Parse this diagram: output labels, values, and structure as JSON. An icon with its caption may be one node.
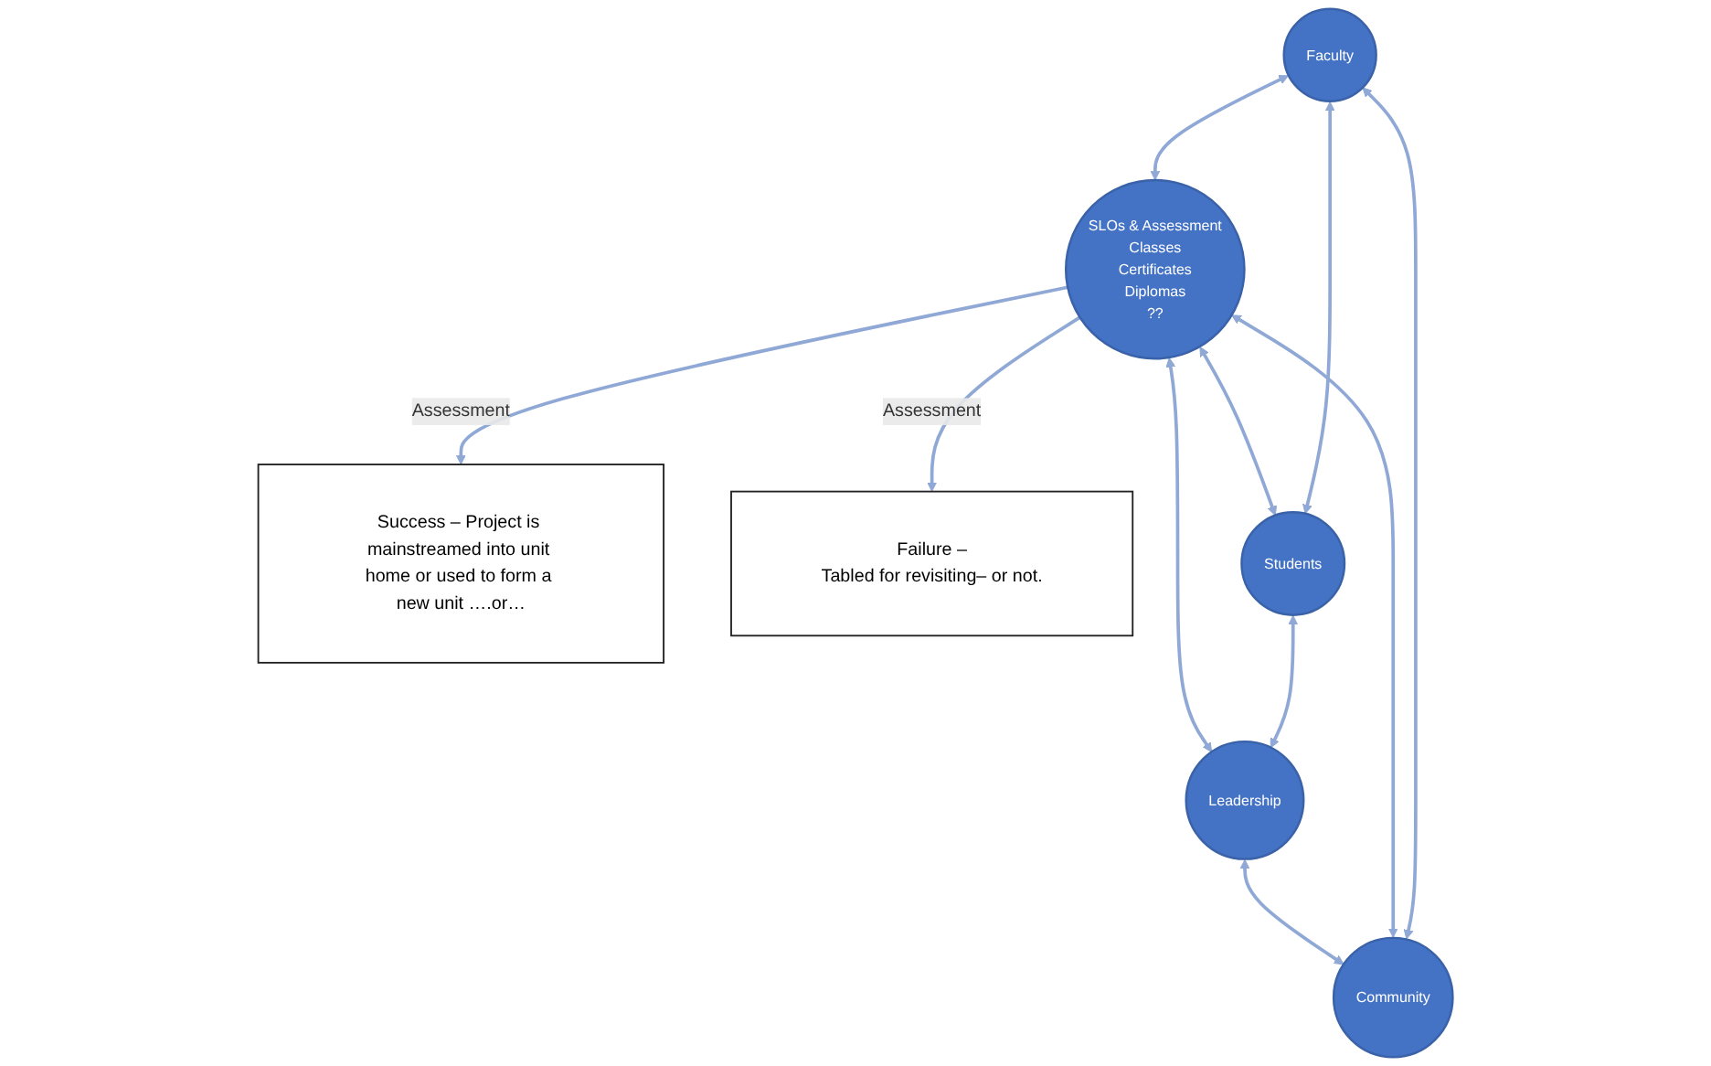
{
  "diagram": {
    "nodes": [
      {
        "text": [
          "Success – Project is mainstreamed into unit home or used to form a new unit ….or…"
        ]
      },
      {
        "text": [
          "Faculty"
        ]
      },
      {
        "text": [
          "Failure –",
          "Tabled for revisiting– or not."
        ]
      },
      {
        "text": [
          "Community"
        ]
      },
      {
        "text": [
          "SLOs & Assessment",
          "Classes",
          "Certificates",
          "Diplomas",
          "??"
        ]
      },
      {
        "text": [
          "Students"
        ]
      },
      {
        "text": [
          "Leadership"
        ]
      }
    ],
    "edges": [
      {
        "from": 4,
        "to": 0,
        "arrow": "to",
        "label": "Assessment"
      },
      {
        "from": 4,
        "to": 2,
        "arrow": "to",
        "label": "Assessment"
      },
      {
        "from": 1,
        "to": 4,
        "arrow": "both"
      },
      {
        "from": 3,
        "to": 4,
        "arrow": "both"
      },
      {
        "from": 4,
        "to": 5,
        "arrow": "both"
      },
      {
        "from": 4,
        "to": 6,
        "arrow": "both"
      },
      {
        "from": 3,
        "to": 1,
        "arrow": "both"
      },
      {
        "from": 1,
        "to": 5,
        "arrow": "both"
      },
      {
        "from": 5,
        "to": 6,
        "arrow": "both"
      },
      {
        "from": 6,
        "to": 3,
        "arrow": "both"
      }
    ]
  }
}
